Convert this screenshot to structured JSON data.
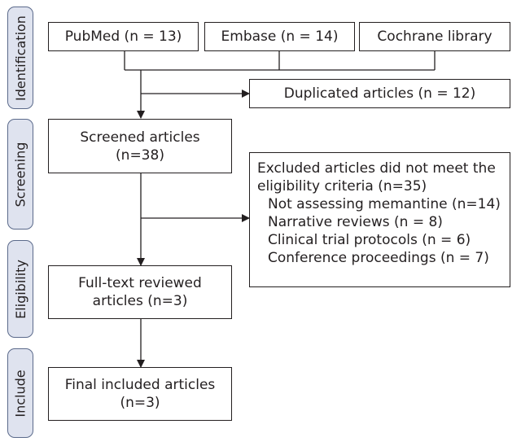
{
  "phases": [
    "Identification",
    "Screening",
    "Eligibility",
    "Include"
  ],
  "sources": [
    "PubMed (n = 13)",
    "Embase (n = 14)",
    "Cochrane library"
  ],
  "duplicates": "Duplicated articles (n = 12)",
  "screened": {
    "line1": "Screened articles",
    "line2": "(n=38)"
  },
  "excluded": {
    "line1": "Excluded articles did not meet the",
    "line2": "eligibility criteria (n=35)",
    "reasons": [
      "Not assessing memantine (n=14)",
      "Narrative reviews (n = 8)",
      "Clinical trial protocols (n = 6)",
      "Conference proceedings (n = 7)"
    ]
  },
  "fulltext": {
    "line1": "Full-text reviewed",
    "line2": "articles (n=3)"
  },
  "final": {
    "line1": "Final included articles",
    "line2": "(n=3)"
  }
}
